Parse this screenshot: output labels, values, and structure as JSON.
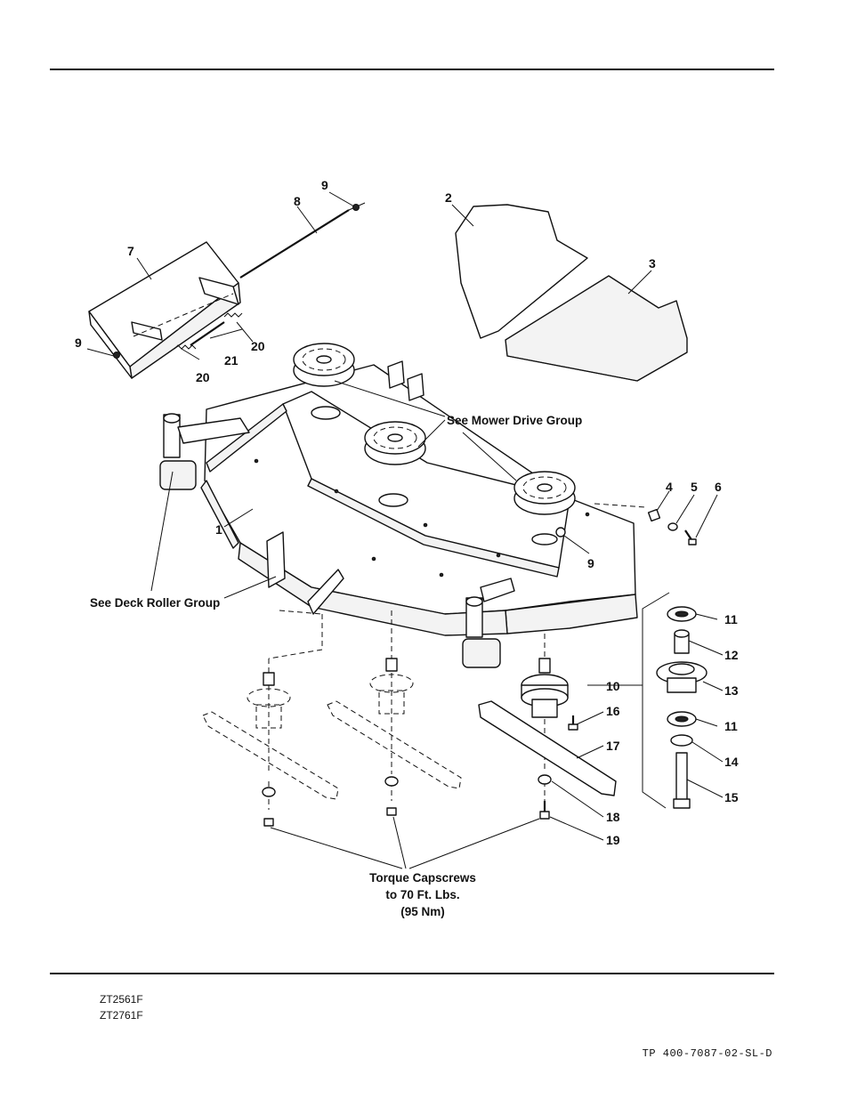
{
  "callouts": {
    "c1": "1",
    "c2": "2",
    "c3": "3",
    "c4": "4",
    "c5": "5",
    "c6": "6",
    "c7": "7",
    "c8": "8",
    "c9a": "9",
    "c9b": "9",
    "c9c": "9",
    "c10": "10",
    "c11a": "11",
    "c11b": "11",
    "c12": "12",
    "c13": "13",
    "c14": "14",
    "c15": "15",
    "c16": "16",
    "c17": "17",
    "c18": "18",
    "c19": "19",
    "c20a": "20",
    "c20b": "20",
    "c21": "21"
  },
  "notes": {
    "mower_drive": "See Mower Drive Group",
    "deck_roller": "See Deck Roller Group",
    "torque_line1": "Torque Capscrews",
    "torque_line2": "to 70 Ft. Lbs.",
    "torque_line3": "(95 Nm)"
  },
  "footer": {
    "model1": "ZT2561F",
    "model2": "ZT2761F",
    "doc_code": "TP 400-7087-02-SL-D"
  }
}
